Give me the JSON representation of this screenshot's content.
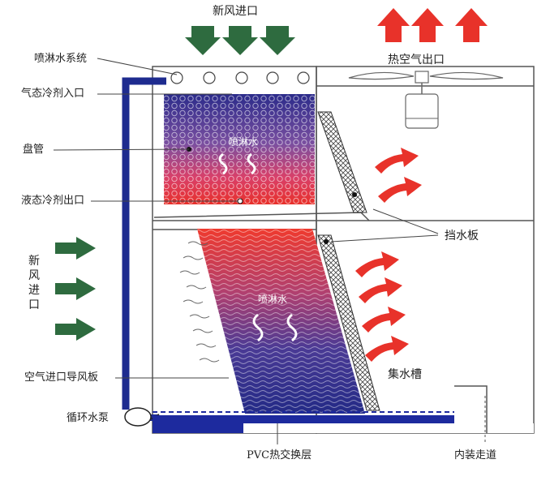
{
  "labels": {
    "fresh_air_inlet_top": "新风进口",
    "hot_air_outlet": "热空气出口",
    "spray_system": "喷淋水系统",
    "gas_refrigerant_inlet": "气态冷剂入口",
    "coil": "盘管",
    "liquid_refrigerant_outlet": "液态冷剂出口",
    "fresh_air_inlet_side": [
      "新",
      "风",
      "进",
      "口"
    ],
    "air_inlet_louver": "空气进口导风板",
    "circulating_pump": "循环水泵",
    "pvc_exchange_layer": "PVC热交换层",
    "inner_walkway": "内装走道",
    "drift_eliminator": "挡水板",
    "water_basin": "集水槽",
    "spray_water_upper": "喷淋水",
    "spray_water_lower": "喷淋水"
  },
  "colors": {
    "frame": "#555555",
    "pipe": "#1e2b8f",
    "green_arrow": "#2e6b3f",
    "red_arrow": "#e8322a",
    "coil_top": "#2b2b8a",
    "coil_bottom": "#e8302a",
    "fill_top": "#ef3a2e",
    "fill_bottom": "#232a86",
    "water": "#1d2a9e"
  }
}
